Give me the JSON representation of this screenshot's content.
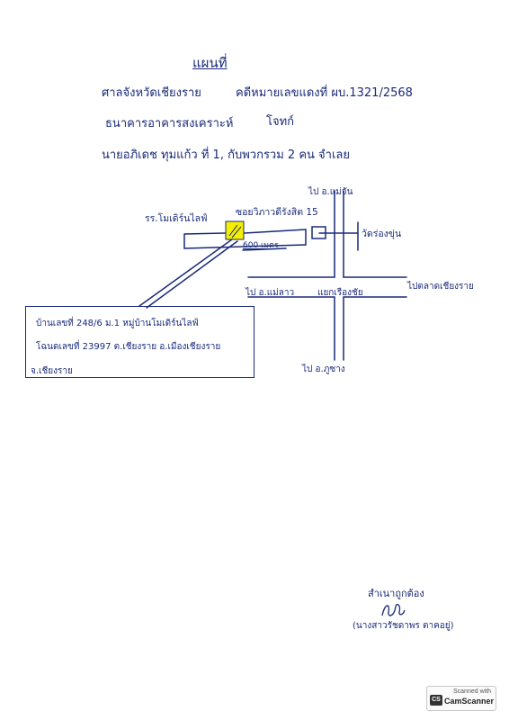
{
  "header": {
    "title": "แผนที่",
    "line1_left": "ศาลจังหวัดเชียงราย",
    "line1_right": "คดีหมายเลขแดงที่ ผบ.1321/2568",
    "line2_left": "ธนาคารอาคารสงเคราะห์",
    "line2_right": "โจทก์",
    "line3": "นายอภิเดช ทุมแก้ว ที่ 1, กับพวกรวม 2 คน จำเลย"
  },
  "map": {
    "school_label": "รร.โมเดิร์นไลฟ์",
    "soi_label": "ซอยวิภาวดีรังสิต 15",
    "north_label": "ไป อ.แม่จัน",
    "temple_label": "วัดร่องขุ่น",
    "distance_label": "600 เมตร",
    "west_label": "ไป อ.แม่ลาว",
    "junction_label": "แยกเรืองชัย",
    "east_label": "ไปตลาดเชียงราย",
    "south_label": "ไป อ.ภูซาง",
    "highlight_color": "#f4f000",
    "ink_color": "#1a2a7a"
  },
  "address": {
    "line1": "บ้านเลขที่ 248/6 ม.1 หมู่บ้านโมเดิร์นไลฟ์",
    "line2": "โฉนดเลขที่ 23997 ต.เชียงราย อ.เมืองเชียงราย",
    "line3": "จ.เชียงราย"
  },
  "certification": {
    "text": "สำเนาถูกต้อง",
    "signer": "(นางสาวรัชดาพร ตาคอยู่)"
  },
  "scanner": {
    "top": "Scanned with",
    "logo": "CS",
    "name": "CamScanner"
  }
}
